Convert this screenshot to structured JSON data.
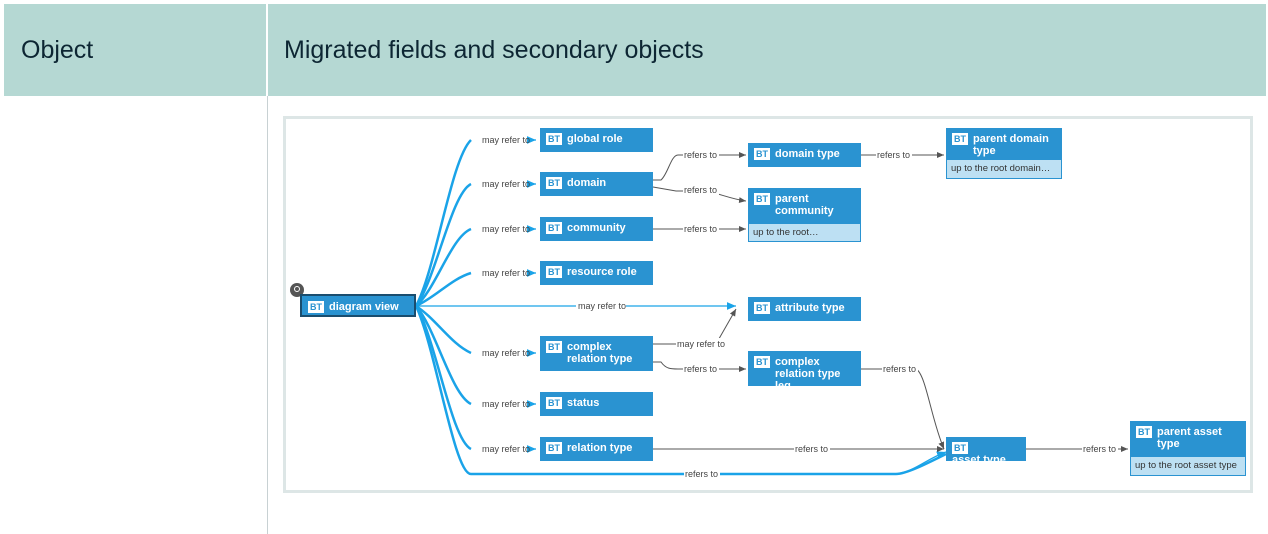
{
  "table": {
    "header_object": "Object",
    "header_migrated": "Migrated fields and secondary objects"
  },
  "diagram": {
    "badge": "BT",
    "nodes": {
      "diagram_view": "diagram view",
      "global_role": "global role",
      "domain": "domain",
      "community": "community",
      "resource_role": "resource role",
      "complex_relation_type": "complex relation type",
      "status": "status",
      "relation_type": "relation type",
      "domain_type": "domain type",
      "parent_community": "parent community",
      "attribute_type": "attribute type",
      "complex_relation_type_leg": "complex relation type leg",
      "parent_domain_type": "parent domain type",
      "asset_type": "asset type",
      "parent_asset_type": "parent asset type"
    },
    "subtexts": {
      "parent_domain_type": "up to the root domain…",
      "parent_community": "up to the root…",
      "parent_asset_type": "up to the root asset type"
    },
    "edge_labels": {
      "may_refer_to": "may refer to",
      "refers_to": "refers to"
    },
    "colors": {
      "node": "#2a93d1",
      "primary_edge": "#1aa3e8",
      "secondary_edge": "#555555",
      "header_bg": "#b5d8d3"
    }
  }
}
